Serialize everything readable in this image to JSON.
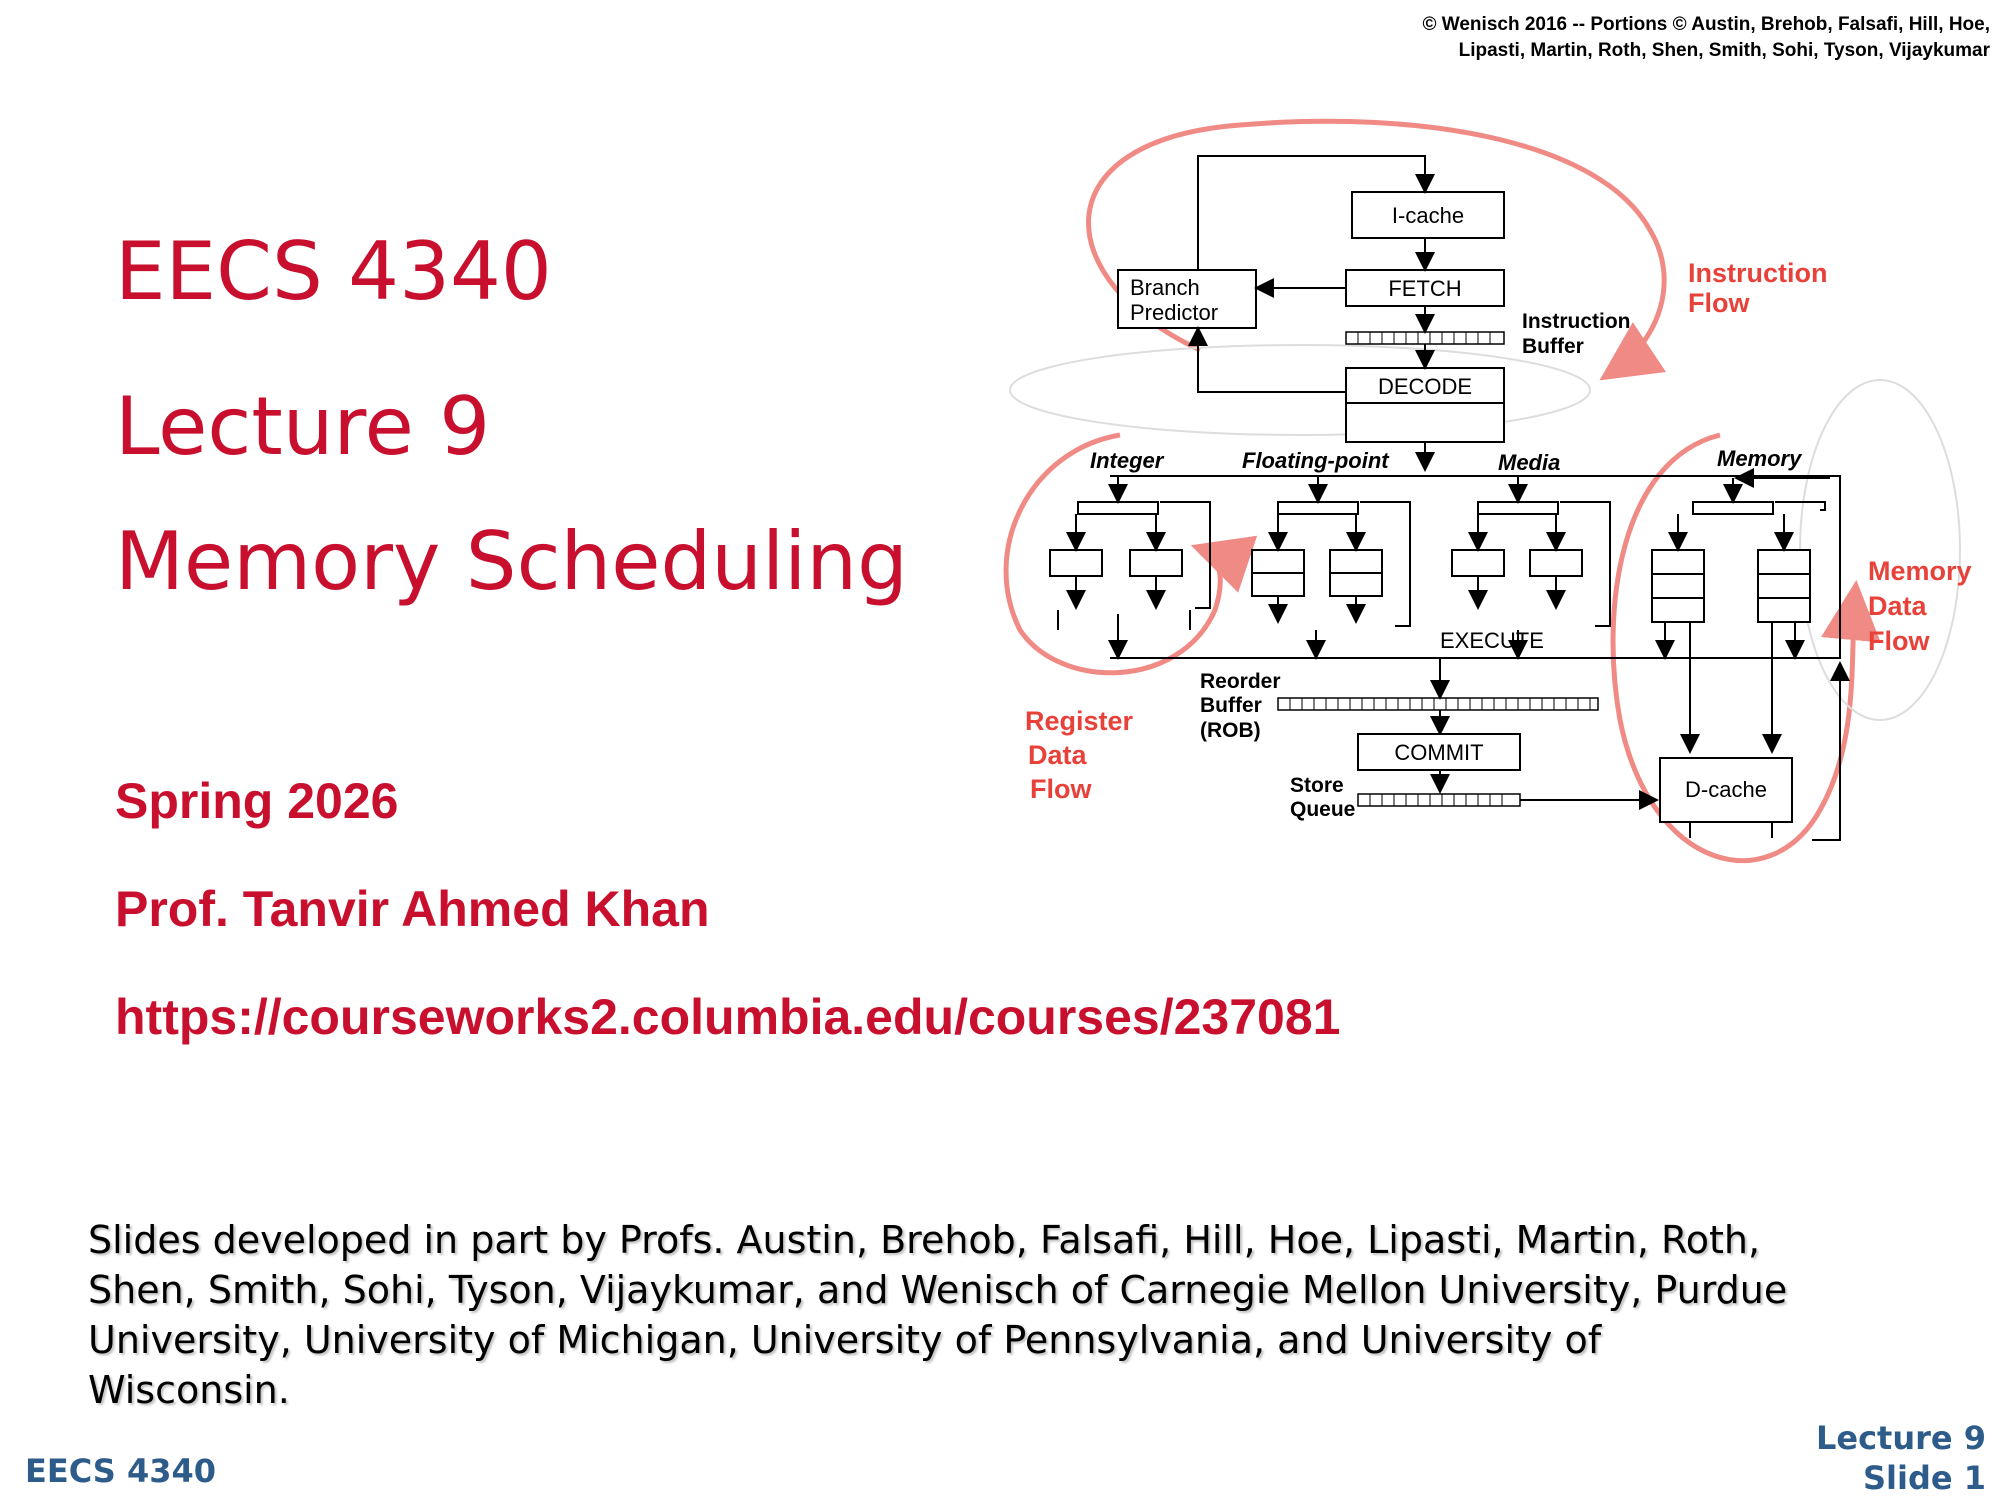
{
  "copyright": {
    "line1": "© Wenisch 2016 -- Portions © Austin, Brehob, Falsafi, Hill, Hoe,",
    "line2": "Lipasti, Martin, Roth, Shen, Smith, Sohi, Tyson, Vijaykumar"
  },
  "title": {
    "course": "EECS 4340",
    "lecture": "Lecture 9",
    "topic": "Memory Scheduling"
  },
  "info": {
    "term": "Spring 2026",
    "instructor": "Prof. Tanvir Ahmed Khan",
    "url": "https://courseworks2.columbia.edu/courses/237081"
  },
  "diagram": {
    "icache": "I-cache",
    "fetch": "FETCH",
    "branch_line1": "Branch",
    "branch_line2": "Predictor",
    "ibuf_line1": "Instruction",
    "ibuf_line2": "Buffer",
    "decode": "DECODE",
    "cat_integer": "Integer",
    "cat_fp": "Floating-point",
    "cat_media": "Media",
    "cat_memory": "Memory",
    "execute": "EXECUTE",
    "rob_line1": "Reorder",
    "rob_line2": "Buffer",
    "rob_line3": "(ROB)",
    "commit": "COMMIT",
    "sq_line1": "Store",
    "sq_line2": "Queue",
    "dcache": "D-cache",
    "flow_instr_line1": "Instruction",
    "flow_instr_line2": "Flow",
    "flow_mem_line1": "Memory",
    "flow_mem_line2": "Data",
    "flow_mem_line3": "Flow",
    "flow_reg_line1": "Register",
    "flow_reg_line2": "Data",
    "flow_reg_line3": "Flow"
  },
  "credits": "Slides developed in part by Profs. Austin, Brehob, Falsafi, Hill, Hoe, Lipasti, Martin, Roth, Shen, Smith, Sohi, Tyson, Vijaykumar, and Wenisch of Carnegie Mellon University, Purdue University, University of Michigan, University of Pennsylvania, and University of Wisconsin.",
  "footer": {
    "course": "EECS 4340",
    "lecture": "Lecture 9",
    "slide": "Slide 1"
  },
  "colors": {
    "title_red": "#c8102e",
    "footer_blue": "#2e5c8a",
    "flow_red": "#e8413a"
  }
}
